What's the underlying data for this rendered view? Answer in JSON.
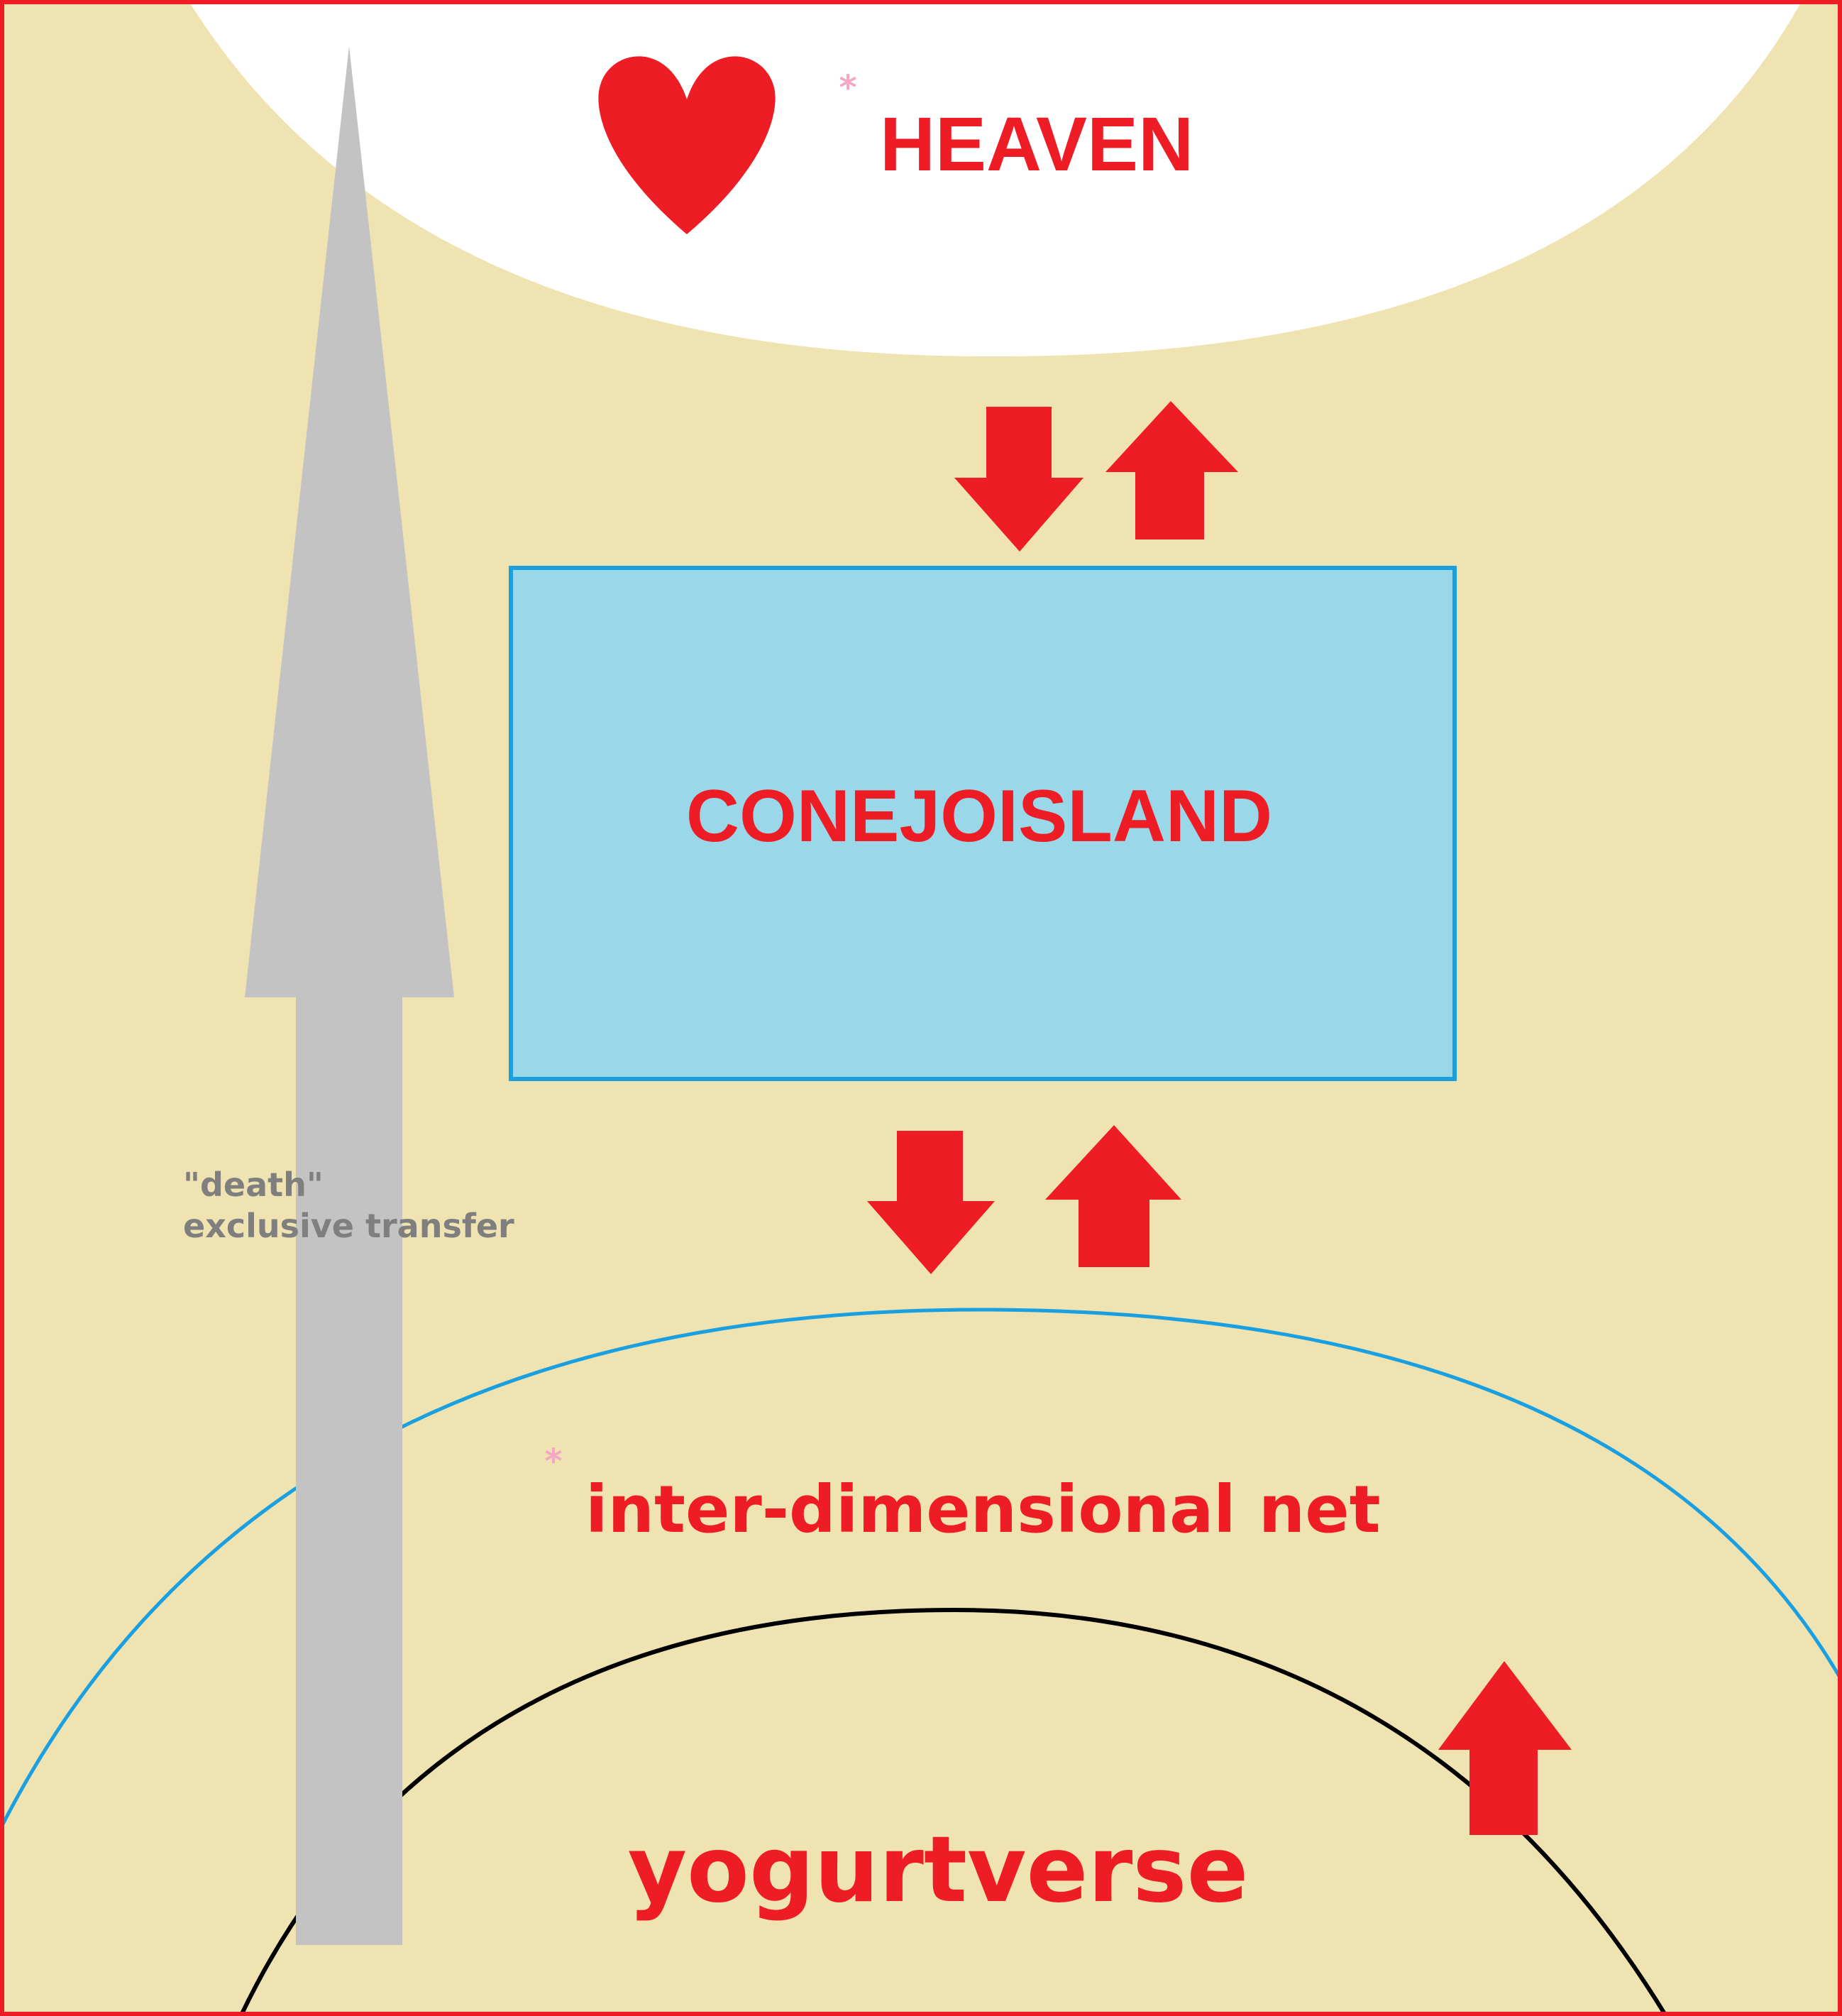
{
  "colors": {
    "background": "#f0e3b2",
    "border": "#ee1c24",
    "heaven_fill": "#ffffff",
    "box_fill": "#9ad8e9",
    "box_stroke": "#1aa0e0",
    "arc_net": "#1aa0e0",
    "arc_yogurt": "#000000",
    "arrow_red": "#ee1c24",
    "arrow_gray": "#c3c3c3",
    "label_red": "#ee1c24",
    "label_gray": "#7f7f7f",
    "asterisk_pink": "#f4a7c5"
  },
  "icons": {
    "heart": "heart-icon",
    "asterisk": "asterisk-icon"
  },
  "labels": {
    "heaven": "HEAVEN",
    "conejoisland": "CONEJOISLAND",
    "inter_dimensional_net": "inter-dimensional net",
    "yogurtverse": "yogurtverse",
    "death_line1": "\"death\"",
    "death_line2": "exclusive transfer",
    "asterisk": "*"
  }
}
